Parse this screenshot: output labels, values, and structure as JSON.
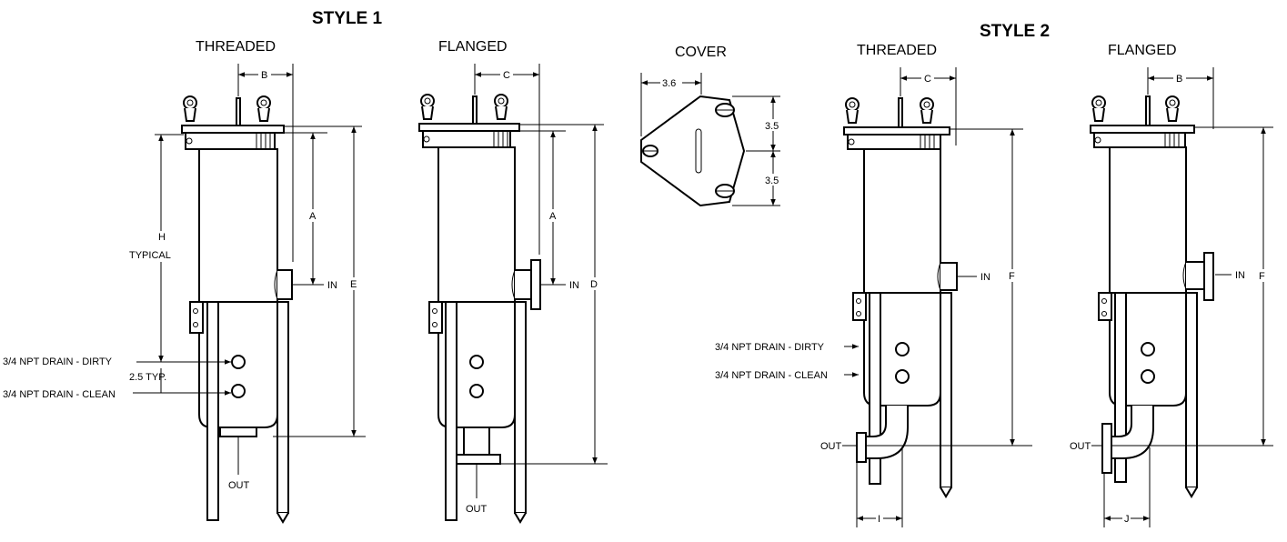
{
  "titles": {
    "style1": "STYLE 1",
    "style2": "STYLE 2"
  },
  "views": {
    "threaded1": "THREADED",
    "flanged1": "FLANGED",
    "cover": "COVER",
    "threaded2": "THREADED",
    "flanged2": "FLANGED"
  },
  "dims": {
    "b": "B",
    "c": "C",
    "a": "A",
    "e": "E",
    "d": "D",
    "f": "F",
    "h": "H",
    "typical": "TYPICAL",
    "i": "I",
    "j": "J",
    "cover_w": "3.6",
    "cover_h1": "3.5",
    "cover_h2": "3.5",
    "drain_spacing": "2.5 TYP."
  },
  "labels": {
    "in": "IN",
    "out": "OUT",
    "drain_dirty": "3/4 NPT DRAIN - DIRTY",
    "drain_clean": "3/4 NPT DRAIN - CLEAN"
  }
}
